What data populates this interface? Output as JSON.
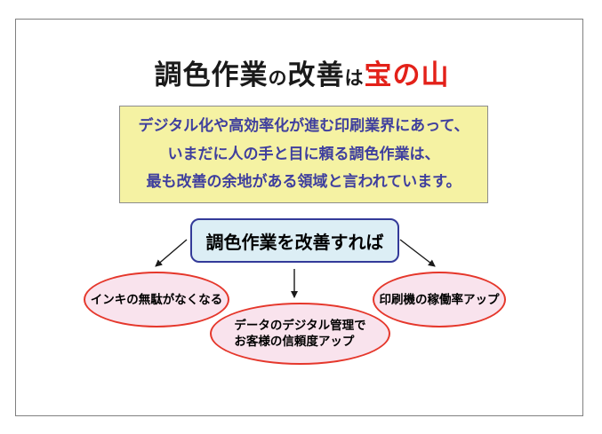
{
  "title": {
    "part1": "調色作業",
    "part2": "の",
    "part3": "改善",
    "part4": "は",
    "part5": "宝の山"
  },
  "intro_box": {
    "line1": "デジタル化や高効率化が進む印刷業界にあって、",
    "line2": "いまだに人の手と目に頼る調色作業は、",
    "line3": "最も改善の余地がある領域と言われています。"
  },
  "condition_box": {
    "label": "調色作業を改善すれば"
  },
  "benefits": {
    "ink": "インキの無駄がなくなる",
    "data_line1": "データのデジタル管理で",
    "data_line2": "お客様の信頼度アップ",
    "press": "印刷機の稼働率アップ"
  },
  "colors": {
    "title_accent": "#e32119",
    "intro_bg": "#f5f2a3",
    "intro_text": "#3f3f9e",
    "condition_bg": "#dceef5",
    "condition_border": "#333a99",
    "benefit_bg": "#f9e3ed",
    "benefit_border": "#e5372b",
    "frame_border": "#808080"
  }
}
